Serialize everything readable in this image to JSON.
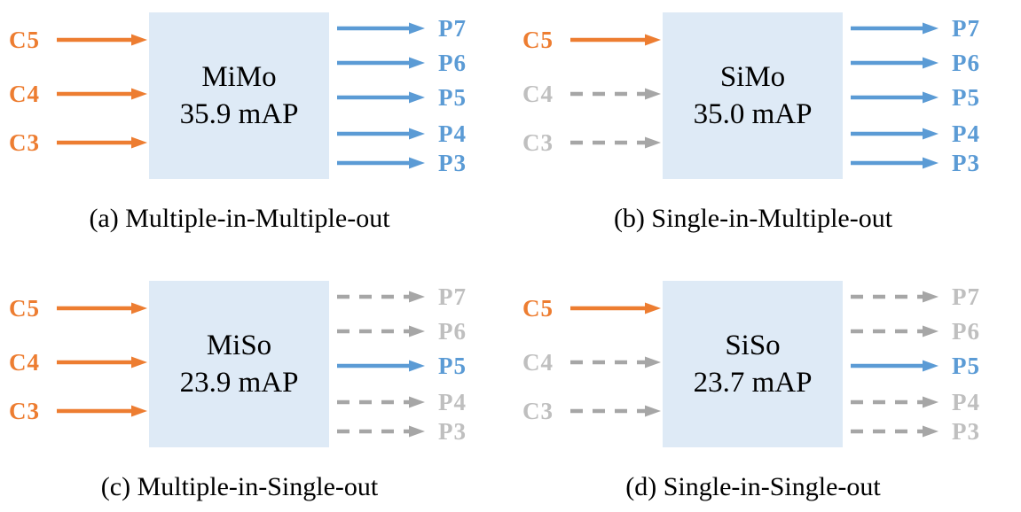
{
  "figure": {
    "colors": {
      "active_input_orange": "#ED7D31",
      "active_output_blue": "#5B9BD5",
      "inactive_arrow_gray": "#A6A6A6",
      "inactive_label_gray": "#BFBFBF",
      "module_box_fill": "#DEEAF6",
      "text": "#000000"
    },
    "panels": [
      {
        "id": "a",
        "module": "MiMo",
        "score": "35.9 mAP",
        "caption": "(a) Multiple-in-Multiple-out",
        "inputs": [
          {
            "label": "C5",
            "active": true
          },
          {
            "label": "C4",
            "active": true
          },
          {
            "label": "C3",
            "active": true
          }
        ],
        "outputs": [
          {
            "label": "P7",
            "active": true
          },
          {
            "label": "P6",
            "active": true
          },
          {
            "label": "P5",
            "active": true
          },
          {
            "label": "P4",
            "active": true
          },
          {
            "label": "P3",
            "active": true
          }
        ]
      },
      {
        "id": "b",
        "module": "SiMo",
        "score": "35.0 mAP",
        "caption": "(b) Single-in-Multiple-out",
        "inputs": [
          {
            "label": "C5",
            "active": true
          },
          {
            "label": "C4",
            "active": false
          },
          {
            "label": "C3",
            "active": false
          }
        ],
        "outputs": [
          {
            "label": "P7",
            "active": true
          },
          {
            "label": "P6",
            "active": true
          },
          {
            "label": "P5",
            "active": true
          },
          {
            "label": "P4",
            "active": true
          },
          {
            "label": "P3",
            "active": true
          }
        ]
      },
      {
        "id": "c",
        "module": "MiSo",
        "score": "23.9 mAP",
        "caption": "(c) Multiple-in-Single-out",
        "inputs": [
          {
            "label": "C5",
            "active": true
          },
          {
            "label": "C4",
            "active": true
          },
          {
            "label": "C3",
            "active": true
          }
        ],
        "outputs": [
          {
            "label": "P7",
            "active": false
          },
          {
            "label": "P6",
            "active": false
          },
          {
            "label": "P5",
            "active": true
          },
          {
            "label": "P4",
            "active": false
          },
          {
            "label": "P3",
            "active": false
          }
        ]
      },
      {
        "id": "d",
        "module": "SiSo",
        "score": "23.7 mAP",
        "caption": "(d) Single-in-Single-out",
        "inputs": [
          {
            "label": "C5",
            "active": true
          },
          {
            "label": "C4",
            "active": false
          },
          {
            "label": "C3",
            "active": false
          }
        ],
        "outputs": [
          {
            "label": "P7",
            "active": false
          },
          {
            "label": "P6",
            "active": false
          },
          {
            "label": "P5",
            "active": true
          },
          {
            "label": "P4",
            "active": false
          },
          {
            "label": "P3",
            "active": false
          }
        ]
      }
    ]
  }
}
